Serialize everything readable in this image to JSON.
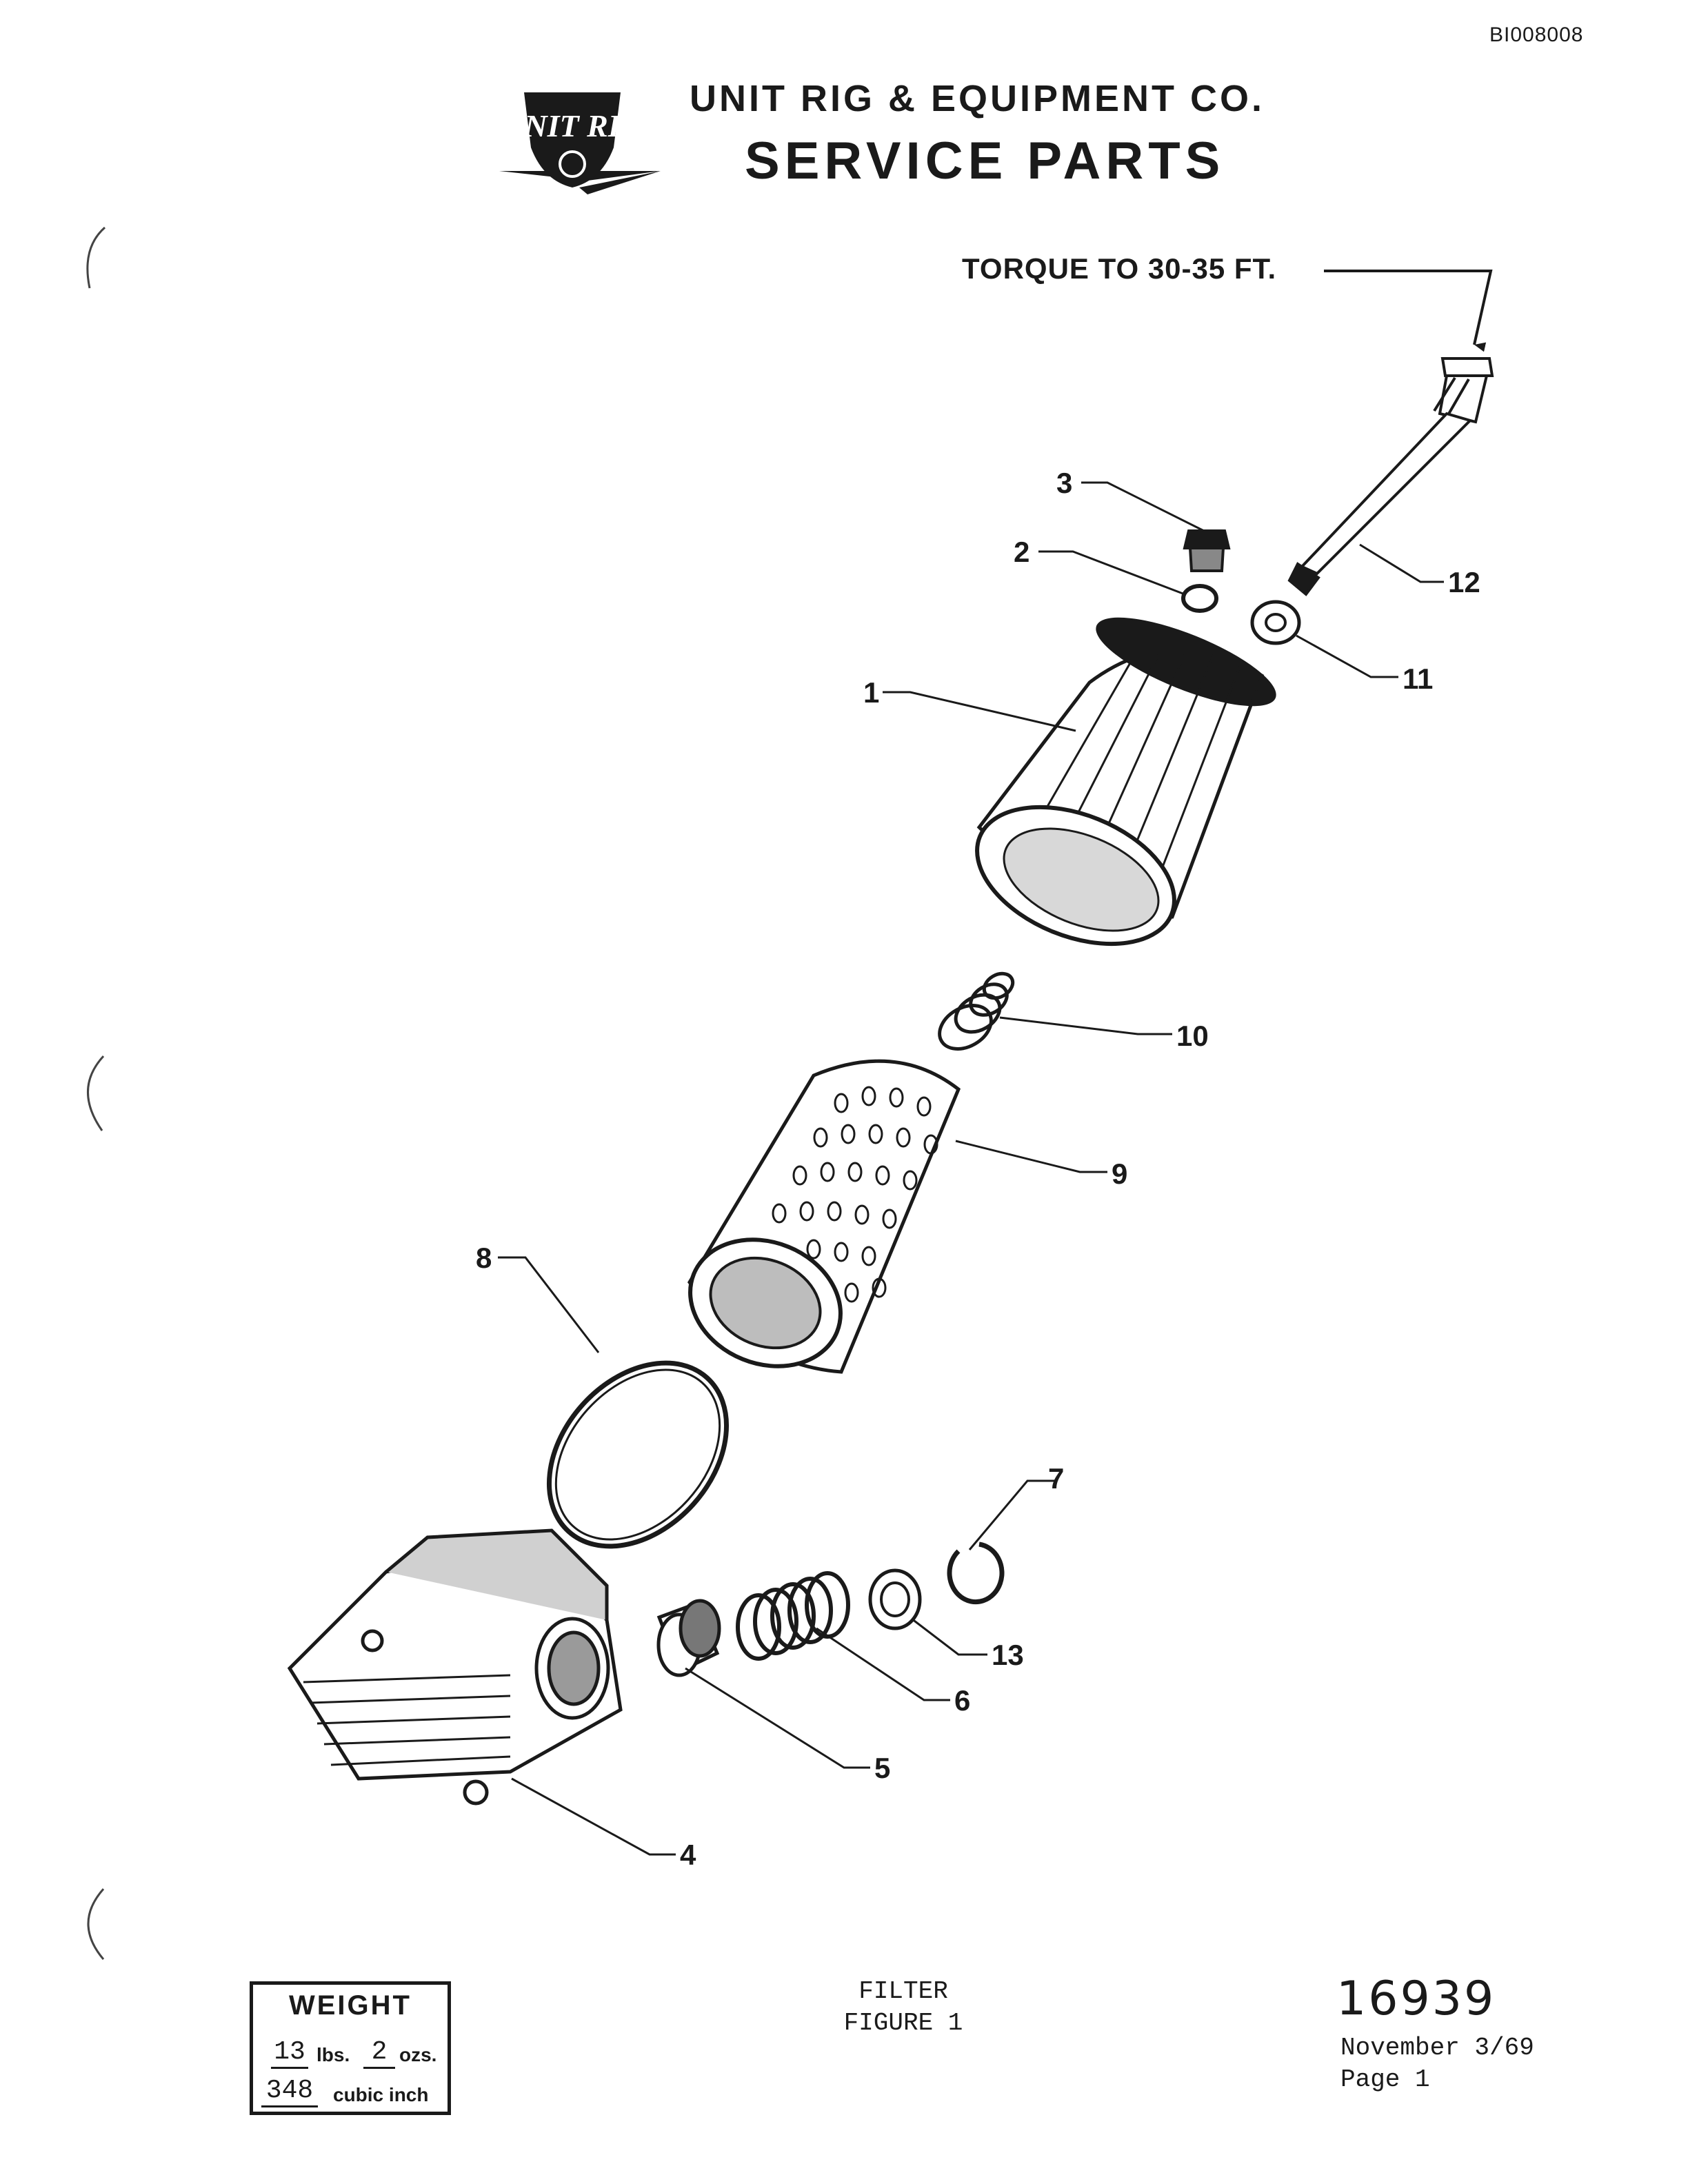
{
  "header": {
    "doc_id": "BI008008",
    "logo_text": "UNIT RIG",
    "company": "UNIT RIG & EQUIPMENT CO.",
    "title": "SERVICE PARTS"
  },
  "diagram": {
    "torque_note": "TORQUE TO 30-35 FT.",
    "callouts": [
      "1",
      "2",
      "3",
      "4",
      "5",
      "6",
      "7",
      "8",
      "9",
      "10",
      "11",
      "12",
      "13"
    ]
  },
  "weight": {
    "title": "WEIGHT",
    "lbs": "13",
    "lbs_unit": "lbs.",
    "ozs": "2",
    "ozs_unit": "ozs.",
    "volume": "348",
    "volume_unit": "cubic inch"
  },
  "caption": {
    "line1": "FILTER",
    "line2": "FIGURE 1"
  },
  "footer": {
    "page_number": "16939",
    "date": "November 3/69",
    "page": "Page 1"
  }
}
